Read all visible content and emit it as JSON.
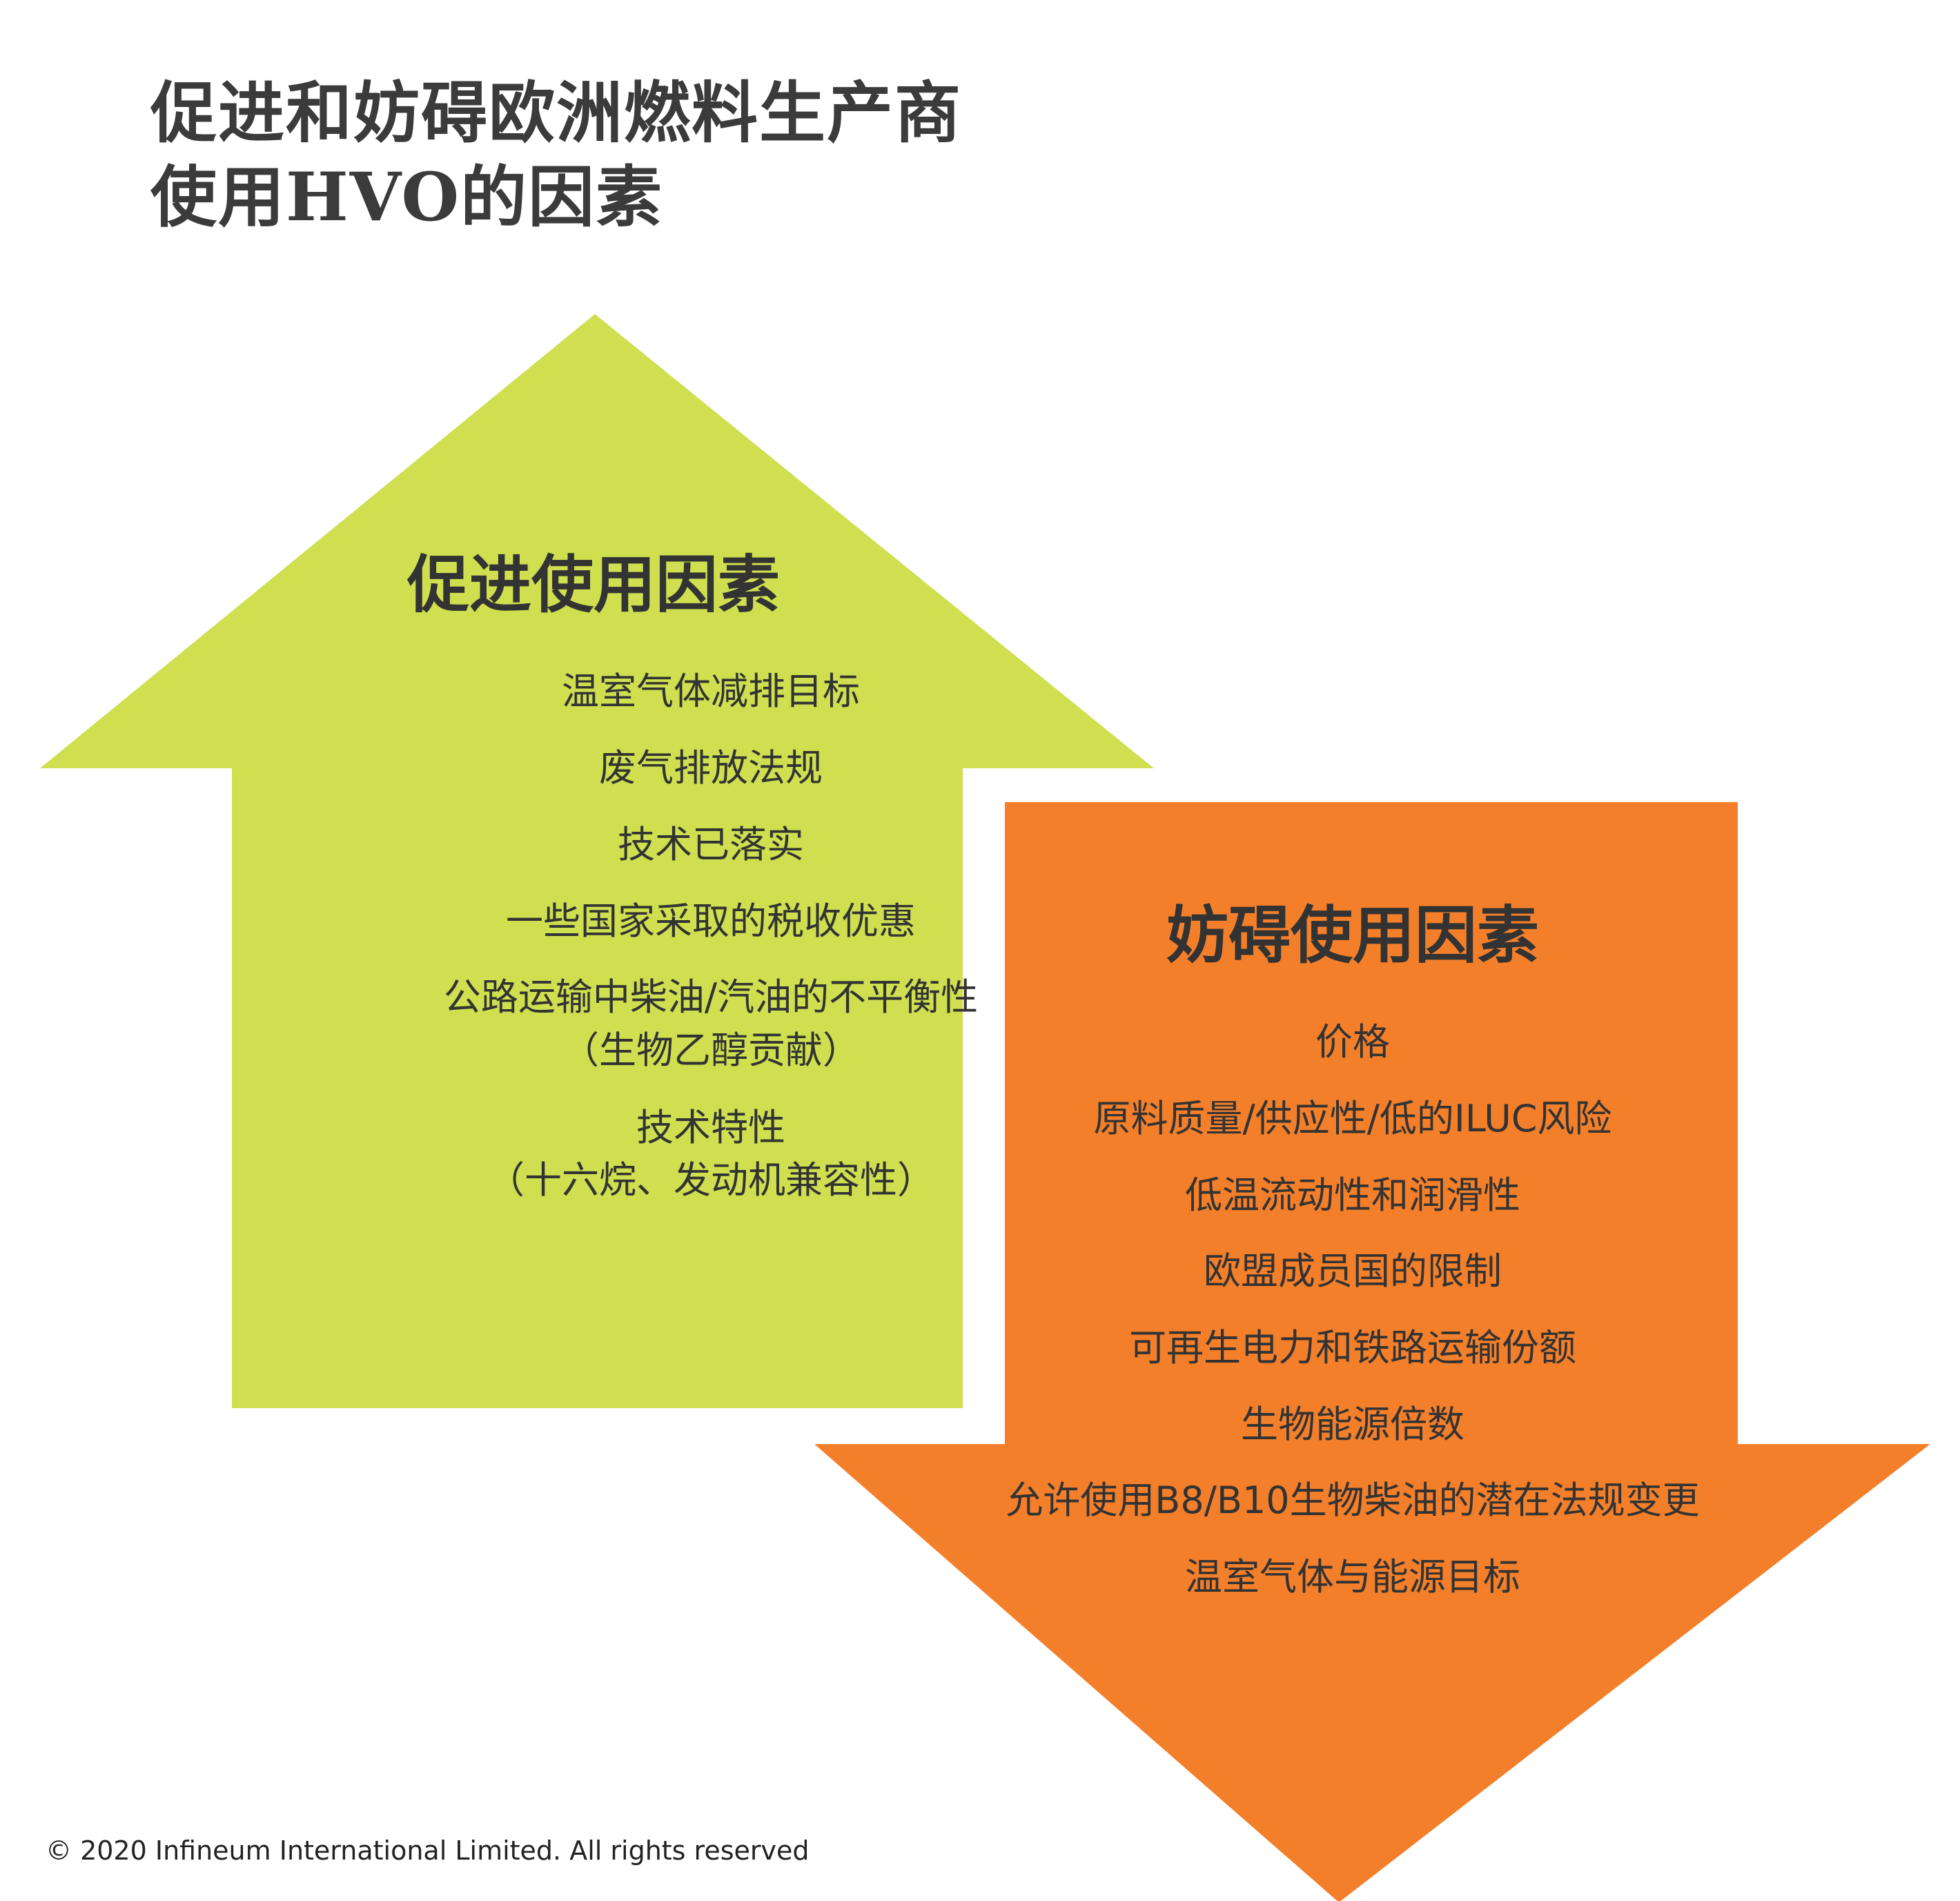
{
  "title": {
    "line1": "促进和妨碍欧洲燃料生产商",
    "line2": "使用HVO的因素"
  },
  "colors": {
    "promote_arrow": "#cfdf4f",
    "hinder_arrow": "#f47f2a",
    "text": "#333333"
  },
  "promote": {
    "heading": "促进使用因素",
    "items": [
      "温室气体减排目标",
      "废气排放法规",
      "技术已落实",
      "一些国家采取的税收优惠",
      "公路运输中柴油/汽油的不平衡性",
      "（生物乙醇贡献）",
      "技术特性",
      "（十六烷、发动机兼容性）"
    ]
  },
  "hinder": {
    "heading": "妨碍使用因素",
    "items": [
      "价格",
      "原料质量/供应性/低的ILUC风险",
      "低温流动性和润滑性",
      "欧盟成员国的限制",
      "可再生电力和铁路运输份额",
      "生物能源倍数",
      "允许使用B8/B10生物柴油的潜在法规变更",
      "温室气体与能源目标"
    ]
  },
  "footer": {
    "copyright": "© 2020 Infineum International Limited. All rights reserved"
  }
}
